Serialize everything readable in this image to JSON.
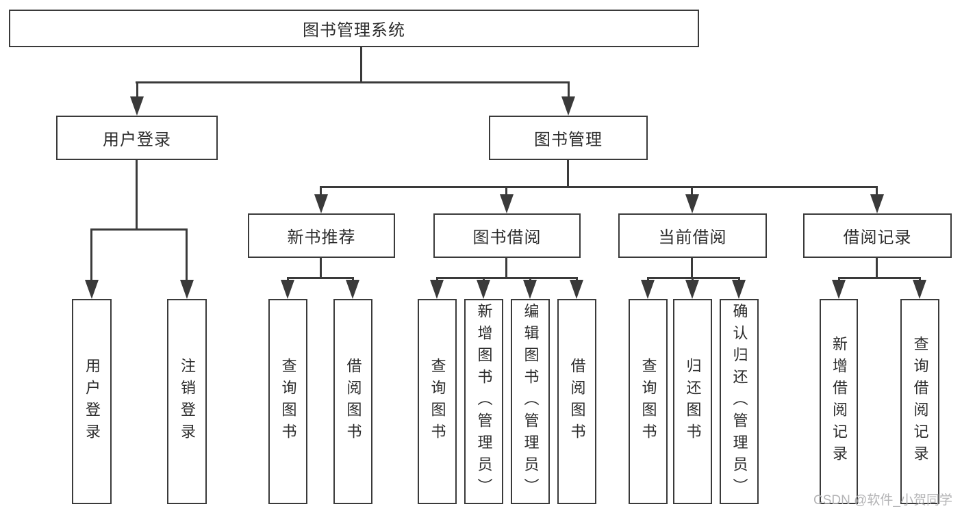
{
  "diagram": {
    "root": {
      "label": "图书管理系统"
    },
    "branches": [
      {
        "label": "用户登录",
        "children": [
          "用户登录",
          "注销登录"
        ]
      },
      {
        "label": "图书管理",
        "children": [
          {
            "label": "新书推荐",
            "children": [
              "查询图书",
              "借阅图书"
            ]
          },
          {
            "label": "图书借阅",
            "children": [
              "查询图书",
              "新增图书（管理员）",
              "编辑图书（管理员）",
              "借阅图书"
            ]
          },
          {
            "label": "当前借阅",
            "children": [
              "查询图书",
              "归还图书",
              "确认归还（管理员）"
            ]
          },
          {
            "label": "借阅记录",
            "children": [
              "新增借阅记录",
              "查询借阅记录"
            ]
          }
        ]
      }
    ]
  },
  "colors": {
    "line": "#3a3a3a",
    "text": "#2c2c2c",
    "watermark": "#b4b4b6"
  },
  "watermark": {
    "text": "CSDN @软件_小贺同学"
  }
}
